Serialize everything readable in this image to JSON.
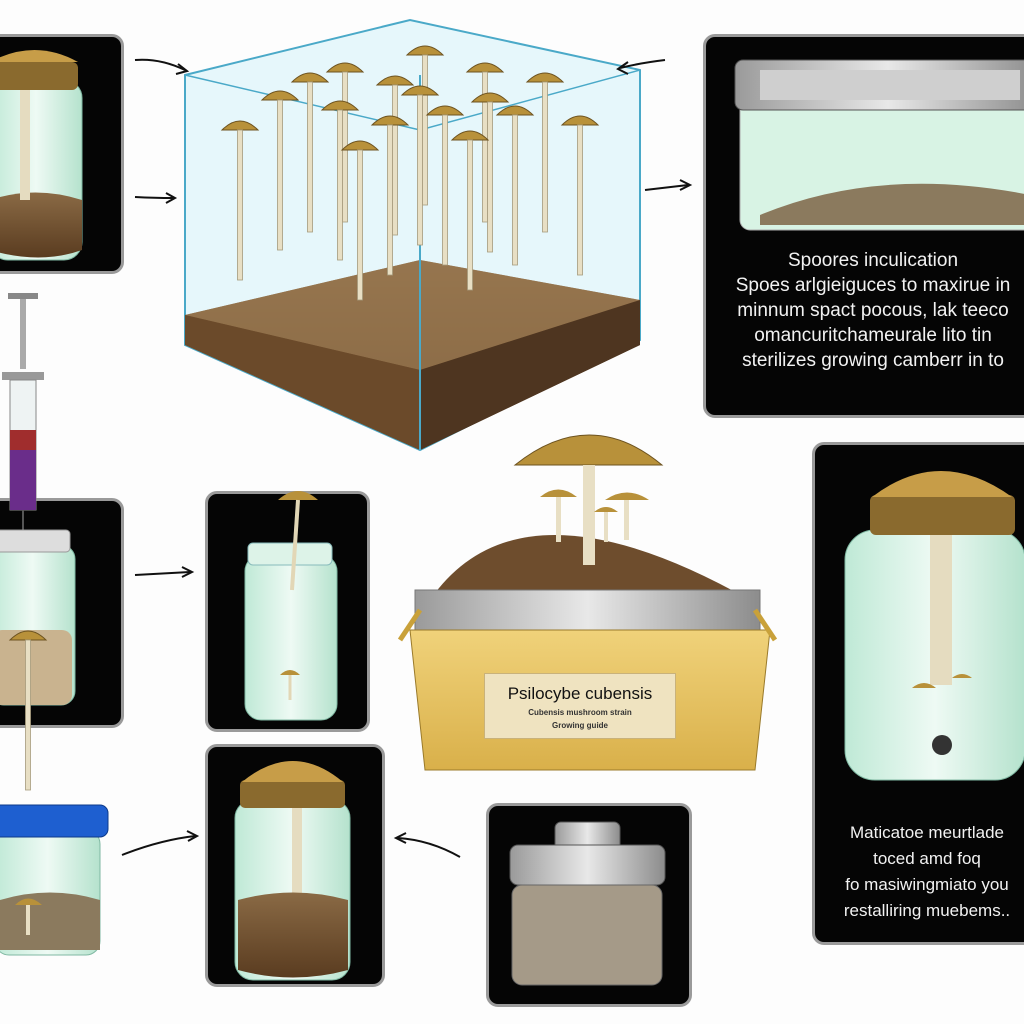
{
  "info_panel": {
    "title": "Spoores inculication",
    "lines": [
      "Spoes arlgieiguces to maxirue in",
      "minnum spact pocous, lak teeco",
      "omancuritchameurale lito tin",
      "sterilizes growing camberr in to"
    ]
  },
  "fruiting_panel": {
    "lines": [
      "Maticatoe meurtlade",
      "toced amd foq",
      "fo masiwingmiato you",
      "restalliring muebems.."
    ]
  },
  "tray_label": {
    "title": "Psilocybe cubensis",
    "sub1": "Cubensis mushroom strain",
    "sub2": "Growing guide"
  },
  "colors": {
    "panel_bg": "#050505",
    "panel_border": "#9a9a9a",
    "mushroom_cap": "#b8913a",
    "substrate": "#6b4a2a",
    "glass": "#cfeee0",
    "lid_blue": "#1e5fd0"
  }
}
